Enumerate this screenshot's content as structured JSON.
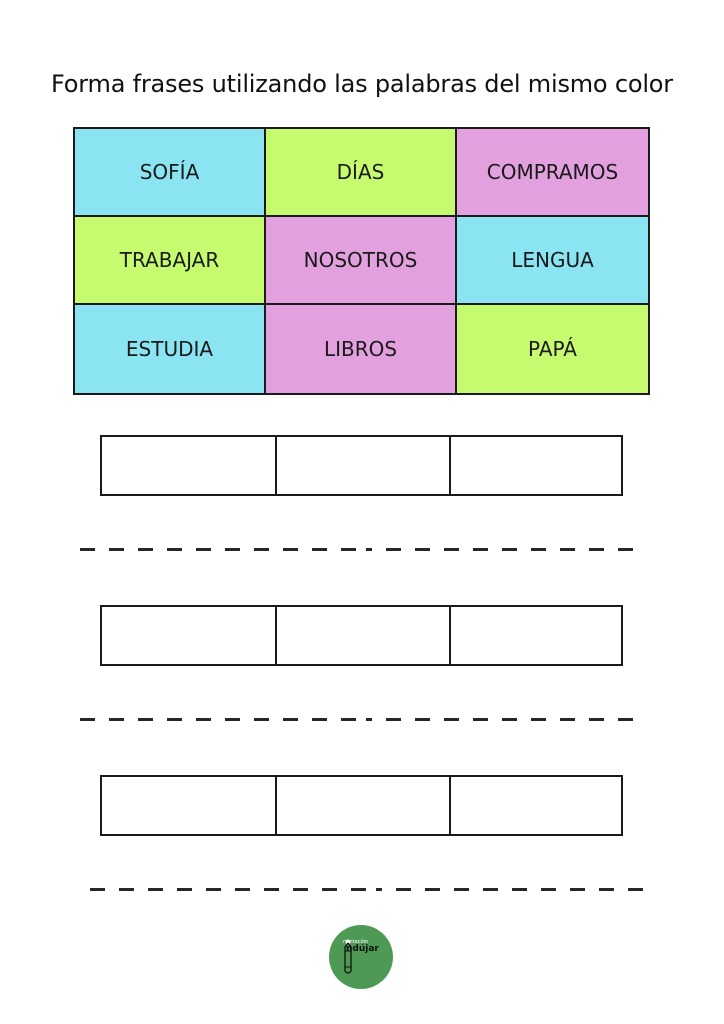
{
  "worksheet": {
    "title": "Forma frases utilizando las palabras del mismo color",
    "colors": {
      "blue": "#8ae4f2",
      "green": "#c6fb70",
      "pink": "#e3a0de"
    },
    "word_grid": [
      [
        {
          "word": "SOFÍA",
          "color": "#8ae4f2"
        },
        {
          "word": "DÍAS",
          "color": "#c6fb70"
        },
        {
          "word": "COMPRAMOS",
          "color": "#e3a0de"
        }
      ],
      [
        {
          "word": "TRABAJAR",
          "color": "#c6fb70"
        },
        {
          "word": "NOSOTROS",
          "color": "#e3a0de"
        },
        {
          "word": "LENGUA",
          "color": "#8ae4f2"
        }
      ],
      [
        {
          "word": "ESTUDIA",
          "color": "#8ae4f2"
        },
        {
          "word": "LIBROS",
          "color": "#e3a0de"
        },
        {
          "word": "PAPÁ",
          "color": "#c6fb70"
        }
      ]
    ],
    "answer_rows": [
      {
        "boxes": [
          "",
          "",
          ""
        ]
      },
      {
        "boxes": [
          "",
          "",
          ""
        ]
      },
      {
        "boxes": [
          "",
          "",
          ""
        ]
      }
    ],
    "logo": {
      "line1": "rientación",
      "line2": "ndújar",
      "background": "#4e9a55"
    }
  }
}
